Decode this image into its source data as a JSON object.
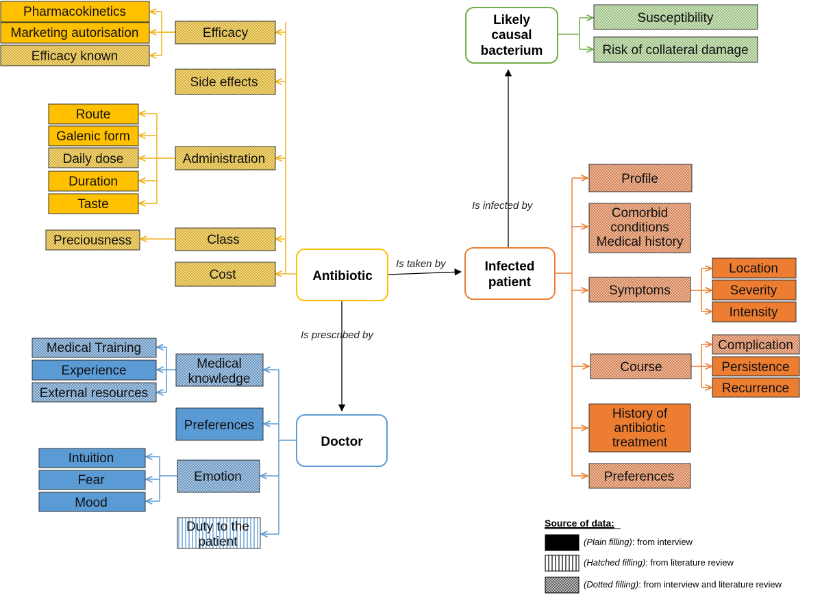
{
  "colors": {
    "yellow_fill": "#FFC000",
    "yellow_line": "#F2B21C",
    "yellow_light": "#FFE699",
    "orange_fill": "#ED7D31",
    "orange_line": "#ED7D31",
    "orange_light": "#F8CBAD",
    "blue_fill": "#5B9BD5",
    "blue_line": "#5B9BD5",
    "blue_light": "#BDD7EE",
    "green_line": "#70AD47",
    "green_light": "#C6E0B4"
  },
  "center_nodes": {
    "antibiotic": "Antibiotic",
    "infected_patient": [
      "Infected",
      "patient"
    ],
    "doctor": "Doctor",
    "bacterium": [
      "Likely",
      "causal",
      "bacterium"
    ]
  },
  "edge_labels": {
    "is_taken_by": "Is taken by",
    "is_prescribed_by": "Is prescribed by",
    "is_infected_by": "Is infected by"
  },
  "antibiotic_branch": {
    "efficacy": "Efficacy",
    "efficacy_children": [
      "Pharmacokinetics",
      "Marketing autorisation",
      "Efficacy known"
    ],
    "side_effects": "Side effects",
    "administration": "Administration",
    "administration_children": [
      "Route",
      "Galenic form",
      "Daily dose",
      "Duration",
      "Taste"
    ],
    "class": "Class",
    "class_children": [
      "Preciousness"
    ],
    "cost": "Cost"
  },
  "doctor_branch": {
    "medical_knowledge": [
      "Medical",
      "knowledge"
    ],
    "medical_knowledge_children": [
      "Medical Training",
      "Experience",
      "External  resources"
    ],
    "preferences": "Preferences",
    "emotion": "Emotion",
    "emotion_children": [
      "Intuition",
      "Fear",
      "Mood"
    ],
    "duty": [
      "Duty to the",
      "patient"
    ]
  },
  "patient_branch": {
    "profile": "Profile",
    "comorbid": [
      "Comorbid",
      "conditions",
      "Medical history"
    ],
    "symptoms": "Symptoms",
    "symptoms_children": [
      "Location",
      "Severity",
      "Intensity"
    ],
    "course": "Course",
    "course_children": [
      "Complication",
      "Persistence",
      "Recurrence"
    ],
    "history": [
      "History of",
      "antibiotic",
      "treatment"
    ],
    "preferences": "Preferences"
  },
  "bacterium_branch": {
    "children": [
      "Susceptibility",
      "Risk of collateral damage"
    ]
  },
  "legend": {
    "title": "Source of data:",
    "items": [
      {
        "style": "(Plain filling)",
        "text": ": from interview"
      },
      {
        "style": "(Hatched filling)",
        "text": ": from  literature review"
      },
      {
        "style": "(Dotted filling)",
        "text": ": from  interview and literature review"
      }
    ]
  }
}
